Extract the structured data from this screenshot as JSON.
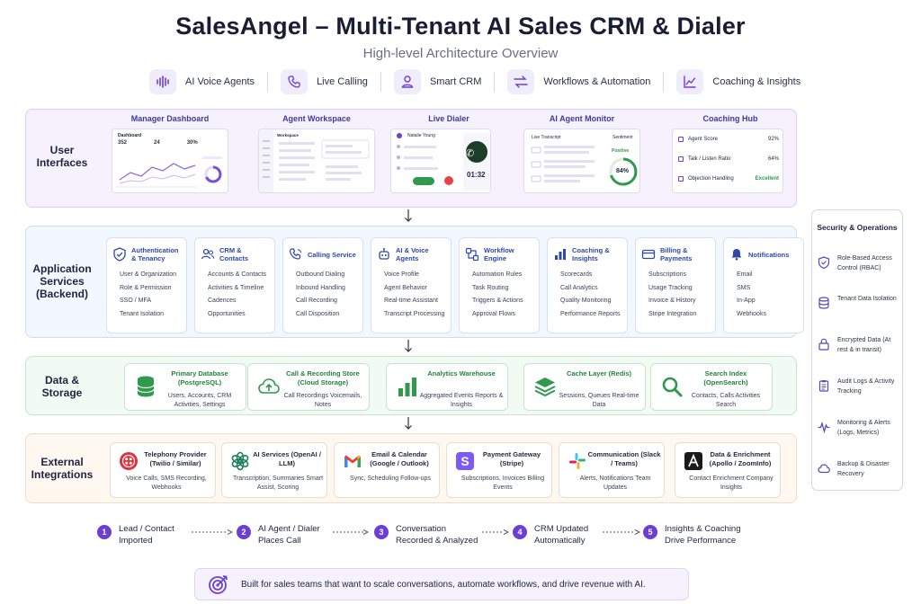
{
  "header": {
    "title": "SalesAngel – Multi-Tenant AI Sales CRM & Dialer",
    "subtitle": "High-level Architecture Overview"
  },
  "features": [
    {
      "label": "AI Voice Agents",
      "icon": "waveform-icon"
    },
    {
      "label": "Live Calling",
      "icon": "phone-icon"
    },
    {
      "label": "Smart CRM",
      "icon": "user-icon"
    },
    {
      "label": "Workflows & Automation",
      "icon": "workflow-arrows-icon"
    },
    {
      "label": "Coaching & Insights",
      "icon": "trend-chart-icon"
    }
  ],
  "user_interfaces": {
    "label": "User Interfaces",
    "cards": [
      {
        "title": "Manager Dashboard",
        "mock": {
          "heading": "Dashboard",
          "stats": [
            "352",
            "24",
            "30%"
          ]
        }
      },
      {
        "title": "Agent Workspace",
        "mock": {
          "heading": "Workspace"
        }
      },
      {
        "title": "Live Dialer",
        "mock": {
          "contact": "Natalie Young",
          "timer": "01:32"
        }
      },
      {
        "title": "AI Agent Monitor",
        "mock": {
          "left": "Live Transcript",
          "right": "Sentiment",
          "status": "Positive",
          "percent": "84%"
        }
      },
      {
        "title": "Coaching Hub",
        "mock": {
          "rows": [
            {
              "label": "Agent Score",
              "value": "92%"
            },
            {
              "label": "Talk / Listen Ratio",
              "value": "64%"
            },
            {
              "label": "Objection Handling",
              "value": "Excellent"
            }
          ]
        }
      }
    ]
  },
  "application_services": {
    "label": "Application Services (Backend)",
    "services": [
      {
        "title": "Authentication & Tenancy",
        "icon": "shield-check-icon",
        "items": [
          "User & Organization",
          "Role & Permission",
          "SSO / MFA",
          "Tenant Isolation"
        ]
      },
      {
        "title": "CRM & Contacts",
        "icon": "contacts-icon",
        "items": [
          "Accounts & Contacts",
          "Activities & Timeline",
          "Cadences",
          "Opportunities"
        ]
      },
      {
        "title": "Calling Service",
        "icon": "phone-waves-icon",
        "items": [
          "Outbound Dialing",
          "Inbound Handling",
          "Call Recording",
          "Call Disposition"
        ]
      },
      {
        "title": "AI & Voice Agents",
        "icon": "robot-icon",
        "items": [
          "Voice Profile",
          "Agent Behavior",
          "Real-time Assistant",
          "Transcript Processing"
        ]
      },
      {
        "title": "Workflow Engine",
        "icon": "workflow-icon",
        "items": [
          "Automation Rules",
          "Task Routing",
          "Triggers & Actions",
          "Approval Flows"
        ]
      },
      {
        "title": "Coaching & Insights",
        "icon": "bar-chart-icon",
        "items": [
          "Scorecards",
          "Call Analytics",
          "Quality Monitoring",
          "Performance Reports"
        ]
      },
      {
        "title": "Billing & Payments",
        "icon": "credit-card-icon",
        "items": [
          "Subscriptions",
          "Usage Tracking",
          "Invoice & History",
          "Stripe Integration"
        ]
      },
      {
        "title": "Notifications",
        "icon": "bell-icon",
        "items": [
          "Email",
          "SMS",
          "In-App",
          "Webhooks"
        ]
      }
    ]
  },
  "data_storage": {
    "label": "Data & Storage",
    "stores": [
      {
        "title": "Primary Database (PostgreSQL)",
        "desc": "Users, Accounts, CRM Activities, Settings",
        "icon": "database-icon"
      },
      {
        "title": "Call & Recording Store (Cloud Storage)",
        "desc": "Call Recordings Voicemails, Notes",
        "icon": "cloud-upload-icon"
      },
      {
        "title": "Analytics Warehouse",
        "desc": "Aggregated Events Reports & Insights",
        "icon": "bar-chart-icon"
      },
      {
        "title": "Cache Layer (Redis)",
        "desc": "Sessions, Queues Real-time Data",
        "icon": "layers-icon"
      },
      {
        "title": "Search Index (OpenSearch)",
        "desc": "Contacts, Calls Activities Search",
        "icon": "magnifier-icon"
      }
    ]
  },
  "external_integrations": {
    "label": "External Integrations",
    "items": [
      {
        "title": "Telephony Provider (Twilio / Similar)",
        "desc": "Voice Calls, SMS Recording, Webhooks",
        "icon": "twilio-icon"
      },
      {
        "title": "AI Services (OpenAI / LLM)",
        "desc": "Transcription, Summaries Smart Assist, Scoring",
        "icon": "openai-icon"
      },
      {
        "title": "Email & Calendar (Google / Outlook)",
        "desc": "Sync, Scheduling Follow-ups",
        "icon": "gmail-icon"
      },
      {
        "title": "Payment Gateway (Stripe)",
        "desc": "Subscriptions, Invoices Billing Events",
        "icon": "stripe-icon"
      },
      {
        "title": "Communication (Slack / Teams)",
        "desc": "Alerts, Notifications Team Updates",
        "icon": "slack-icon"
      },
      {
        "title": "Data & Enrichment (Apollo / ZoomInfo)",
        "desc": "Contact Enrichment Company Insights",
        "icon": "apollo-icon"
      }
    ]
  },
  "security_operations": {
    "title": "Security & Operations",
    "items": [
      {
        "label": "Role-Based Access Control (RBAC)",
        "icon": "shield-icon"
      },
      {
        "label": "Tenant Data Isolation",
        "icon": "database-icon"
      },
      {
        "label": "Encrypted Data (At rest & in transit)",
        "icon": "lock-icon"
      },
      {
        "label": "Audit Logs & Activity Tracking",
        "icon": "clipboard-icon"
      },
      {
        "label": "Monitoring & Alerts (Logs, Metrics)",
        "icon": "pulse-icon"
      },
      {
        "label": "Backup & Disaster Recovery",
        "icon": "cloud-icon"
      }
    ]
  },
  "flow": [
    {
      "num": "1",
      "label": "Lead / Contact\nImported"
    },
    {
      "num": "2",
      "label": "AI Agent / Dialer\nPlaces Call"
    },
    {
      "num": "3",
      "label": "Conversation\nRecorded & Analyzed"
    },
    {
      "num": "4",
      "label": "CRM Updated\nAutomatically"
    },
    {
      "num": "5",
      "label": "Insights & Coaching\nDrive Performance"
    }
  ],
  "footer": {
    "text": "Built for sales teams that want to scale conversations, automate workflows, and drive revenue with AI.",
    "icon": "target-icon"
  },
  "colors": {
    "accent_purple": "#6b3ed6",
    "service_blue": "#2d48a8",
    "storage_green": "#23833b"
  }
}
